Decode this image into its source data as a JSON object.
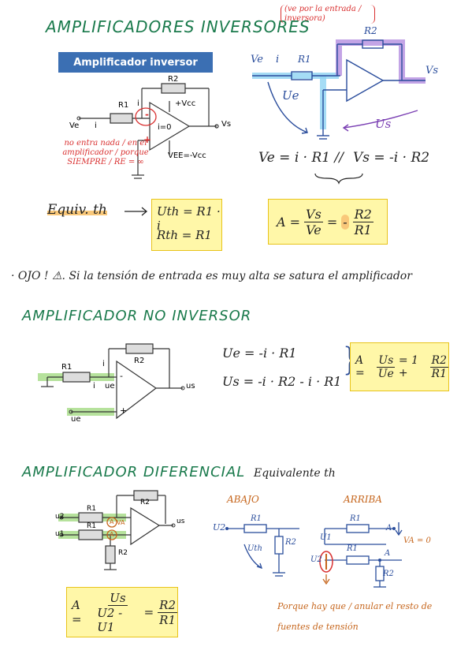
{
  "inversor": {
    "title": "AMPLIFICADORES INVERSORES",
    "note": "(ve por la entrada / inversora)",
    "label_banner": "Amplificador inversor",
    "circuit": {
      "r1": "R1",
      "r2": "R2",
      "i": "i",
      "vcc": "+Vcc",
      "vee": "VEE=-Vcc",
      "ve": "Ve",
      "vs": "Vs",
      "io": "i=0",
      "minus": "-",
      "plus": "+"
    },
    "red_note": "no entra nada / en el amplificador / porque SIEMPRE / RE = ∞",
    "hand_labels": {
      "ve": "Ve",
      "i": "i",
      "r1": "R1",
      "r2": "R2",
      "vs": "Vs",
      "ue": "Ue",
      "us": "Us"
    },
    "eq_left": "Ve = i · R1 //",
    "eq_right": "Vs = -i · R2",
    "equiv_label": "Equiv. th",
    "uth": "Uth = R1 · i",
    "rth": "Rth = R1",
    "gain": {
      "lhs": "A =",
      "num": "Vs",
      "den": "Ve",
      "eq": "=",
      "minus": "-",
      "num2": "R2",
      "den2": "R1"
    }
  },
  "warning": "· OJO ! ⚠. Si la tensión de entrada es muy alta se satura el amplificador",
  "no_inversor": {
    "title": "AMPLIFICADOR NO INVERSOR",
    "circuit": {
      "r1": "R1",
      "r2": "R2",
      "i": "i",
      "ue": "ue",
      "us": "us",
      "ue2": "ue",
      "minus": "-",
      "plus": "+"
    },
    "eq1": "Ue = -i · R1",
    "eq2": "Us = -i · R2 - i · R1",
    "gain": {
      "lhs": "A =",
      "num": "Us",
      "den": "Ue",
      "eq": "= 1 +",
      "num2": "R2",
      "den2": "R1"
    }
  },
  "diferencial": {
    "title": "AMPLIFICADOR DIFERENCIAL",
    "equiv": "Equivalente th",
    "circuit": {
      "u2": "u2",
      "u1": "u1",
      "r1a": "R1",
      "r1b": "R1",
      "r2a": "R2",
      "r2b": "R2",
      "a": "A",
      "a2": "A",
      "va": "VA",
      "us": "us"
    },
    "abajo": {
      "label": "ABAJO",
      "r1": "R1",
      "r2": "R2",
      "u2": "U2",
      "uth": "Uth"
    },
    "arriba": {
      "label": "ARRIBA",
      "r1": "R1",
      "r1b": "R1",
      "r2": "R2",
      "u1": "U1",
      "u2": "U2",
      "a": "A",
      "a2": "A",
      "va": "VA = 0"
    },
    "note": "Porque hay que / anular el resto de fuentes de tensión",
    "gain": {
      "lhs": "A =",
      "num": "Us",
      "den": "U2 - U1",
      "eq": "=",
      "num2": "R2",
      "den2": "R1"
    }
  }
}
